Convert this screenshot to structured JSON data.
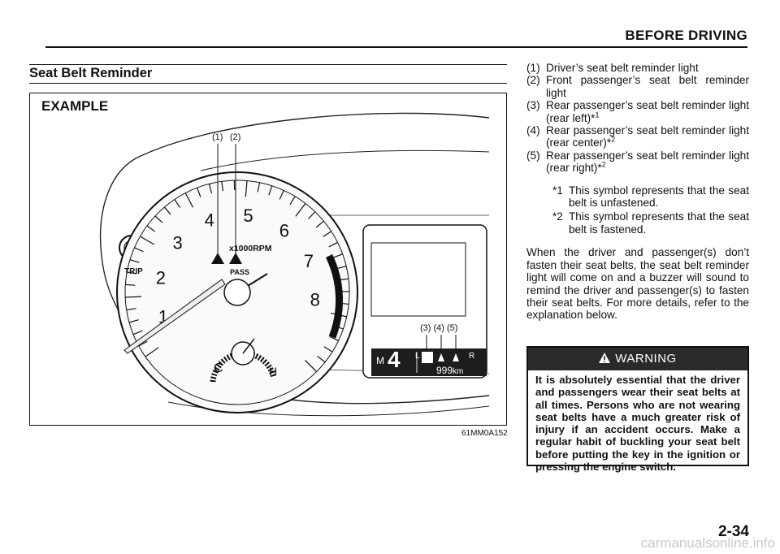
{
  "header": {
    "section": "BEFORE DRIVING"
  },
  "section": {
    "title": "Seat Belt Reminder"
  },
  "figure": {
    "label": "EXAMPLE",
    "code": "61MM0A152",
    "callouts_top": [
      "(1)",
      "(2)"
    ],
    "callouts_display": "(3) (4) (5)",
    "tach_numbers": [
      "1",
      "2",
      "3",
      "4",
      "5",
      "6",
      "7",
      "8"
    ],
    "unit": "x1000RPM",
    "pass_label": "PASS",
    "trip_label": "TRIP",
    "temp_low": "C",
    "temp_high": "H",
    "gear_mode": "M",
    "gear": "4",
    "seat_left": "L",
    "seat_right": "R",
    "odometer": "999",
    "odometer_unit": "km"
  },
  "list": [
    {
      "num": "(1)",
      "text": "Driver’s seat belt reminder light"
    },
    {
      "num": "(2)",
      "text": "Front passenger’s seat belt reminder light"
    },
    {
      "num": "(3)",
      "text": "Rear passenger’s seat belt reminder light (rear left)*",
      "sup": "1"
    },
    {
      "num": "(4)",
      "text": "Rear passenger’s seat belt reminder light (rear center)*",
      "sup": "2"
    },
    {
      "num": "(5)",
      "text": "Rear passenger’s seat belt reminder light (rear right)*",
      "sup": "2"
    }
  ],
  "notes": [
    {
      "mark": "*1",
      "text": "This symbol represents that the seat belt is unfastened."
    },
    {
      "mark": "*2",
      "text": "This symbol represents that the seat belt is fastened."
    }
  ],
  "paragraph": "When the driver and passenger(s) don’t fasten their seat belts, the seat belt reminder light will come on and a buzzer will sound to remind the driver and passenger(s) to fasten their seat belts. For more details, refer to the explanation below.",
  "warning": {
    "title": "WARNING",
    "text": "It is absolutely essential that the driver and passengers wear their seat belts at all times. Persons who are not wearing seat belts have a much greater risk of injury if an accident occurs. Make a regular habit of buckling your seat belt before putting the key in the ignition or pressing the engine switch."
  },
  "page_number": "2-34",
  "watermark": "carmanualsonline.info"
}
